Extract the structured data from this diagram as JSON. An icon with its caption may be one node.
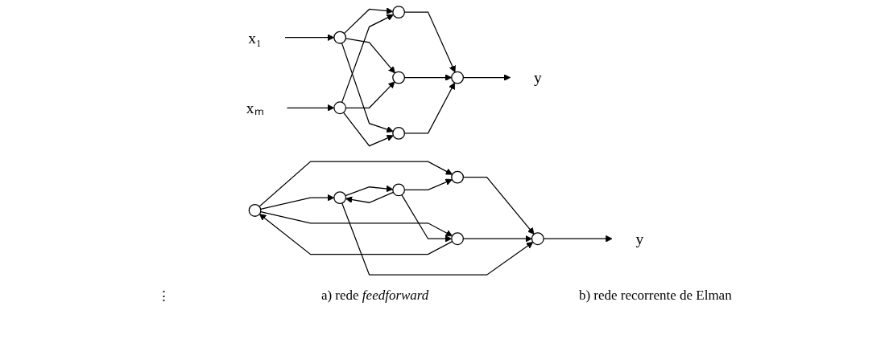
{
  "diagram": {
    "nodes": [
      {
        "text": [
          "x₁"
        ]
      },
      {
        "text": [
          "xₘ"
        ]
      },
      {
        "text": [],
        "shape": "circle"
      },
      {
        "text": [],
        "shape": "circle"
      },
      {
        "text": [],
        "shape": "circle"
      },
      {
        "text": [],
        "shape": "circle"
      },
      {
        "text": [],
        "shape": "circle"
      },
      {
        "text": [],
        "shape": "circle"
      },
      {
        "text": [
          "y"
        ]
      },
      {
        "text": [],
        "shape": "circle"
      },
      {
        "text": [],
        "shape": "circle"
      },
      {
        "text": [],
        "shape": "circle"
      },
      {
        "text": [],
        "shape": "circle"
      },
      {
        "text": [],
        "shape": "circle"
      },
      {
        "text": [],
        "shape": "circle"
      },
      {
        "text": [
          "y"
        ]
      }
    ],
    "edges": [
      {
        "from": 0,
        "to": 2,
        "arrow": "to"
      },
      {
        "from": 1,
        "to": 3,
        "arrow": "to"
      },
      {
        "from": 2,
        "to": 4,
        "arrow": "to"
      },
      {
        "from": 2,
        "to": 5,
        "arrow": "to"
      },
      {
        "from": 2,
        "to": 6,
        "arrow": "to"
      },
      {
        "from": 3,
        "to": 4,
        "arrow": "to"
      },
      {
        "from": 3,
        "to": 5,
        "arrow": "to"
      },
      {
        "from": 3,
        "to": 6,
        "arrow": "to"
      },
      {
        "from": 4,
        "to": 7,
        "arrow": "to"
      },
      {
        "from": 5,
        "to": 7,
        "arrow": "to"
      },
      {
        "from": 6,
        "to": 7,
        "arrow": "to"
      },
      {
        "from": 7,
        "to": 8,
        "arrow": "to"
      },
      {
        "from": 9,
        "to": 11,
        "arrow": "to"
      },
      {
        "from": 9,
        "to": 12,
        "arrow": "to"
      },
      {
        "from": 9,
        "to": 13,
        "arrow": "to"
      },
      {
        "from": 10,
        "to": 11,
        "arrow": "to"
      },
      {
        "from": 10,
        "to": 12,
        "arrow": "to"
      },
      {
        "from": 10,
        "to": 13,
        "arrow": "to"
      },
      {
        "from": 11,
        "to": 14,
        "arrow": "to"
      },
      {
        "from": 12,
        "to": 14,
        "arrow": "to"
      },
      {
        "from": 13,
        "to": 14,
        "arrow": "to"
      },
      {
        "from": 14,
        "to": 15,
        "arrow": "to"
      },
      {
        "from": 12,
        "to": 9,
        "arrow": "to"
      },
      {
        "from": 13,
        "to": 10,
        "arrow": "to"
      }
    ],
    "labels": [
      "⋮",
      "a) rede *feedforward*",
      "b) rede recorrente de Elman"
    ]
  }
}
